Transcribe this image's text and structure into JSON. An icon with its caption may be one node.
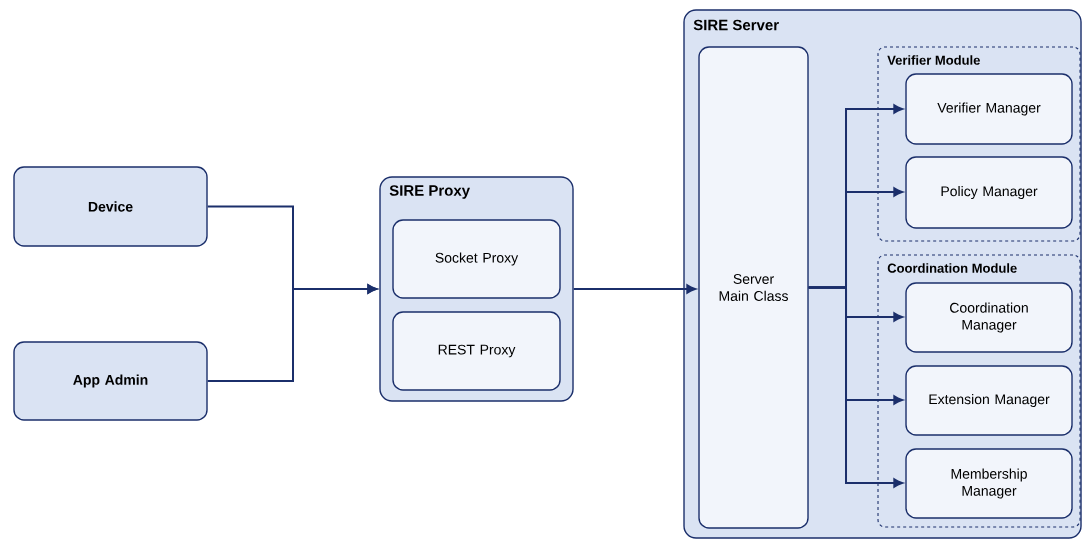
{
  "diagram": {
    "nodes": [
      {
        "text": [
          "Device"
        ]
      },
      {
        "text": [
          "App Admin"
        ]
      },
      {
        "text": [
          "SIRE Proxy"
        ]
      },
      {
        "text": [
          "Socket Proxy"
        ],
        "in": 2
      },
      {
        "text": [
          "REST Proxy"
        ],
        "in": 2
      },
      {
        "text": [
          "SIRE Server"
        ]
      },
      {
        "text": [
          "Server Main Class"
        ],
        "in": 5
      },
      {
        "text": [
          "Verifier Module"
        ],
        "in": 5
      },
      {
        "text": [
          "Verifier Manager"
        ],
        "in": 7
      },
      {
        "text": [
          "Policy Manager"
        ],
        "in": 7
      },
      {
        "text": [
          "Coordination Module"
        ],
        "in": 5
      },
      {
        "text": [
          "Coordination Manager"
        ],
        "in": 10
      },
      {
        "text": [
          "Extension Manager"
        ],
        "in": 10
      },
      {
        "text": [
          "Membership Manager"
        ],
        "in": 10
      }
    ],
    "edges": [
      {
        "from": 0,
        "to": 2,
        "arrow": "to"
      },
      {
        "from": 1,
        "to": 2,
        "arrow": "to"
      },
      {
        "from": 2,
        "to": 6,
        "arrow": "to"
      },
      {
        "from": 6,
        "to": 8,
        "arrow": "to"
      },
      {
        "from": 6,
        "to": 9,
        "arrow": "to"
      },
      {
        "from": 6,
        "to": 11,
        "arrow": "to"
      },
      {
        "from": 6,
        "to": 12,
        "arrow": "to"
      },
      {
        "from": 6,
        "to": 13,
        "arrow": "to"
      }
    ]
  }
}
